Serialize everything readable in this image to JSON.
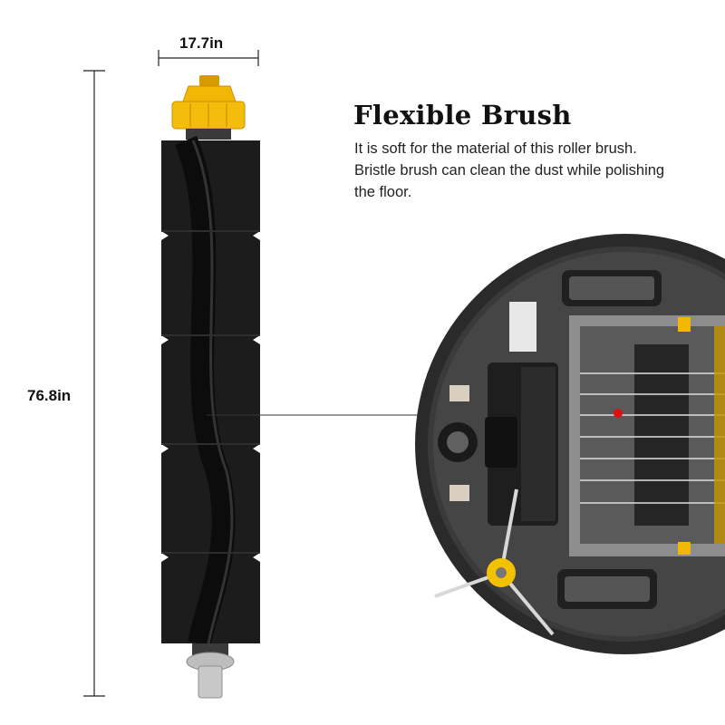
{
  "dimensions": {
    "width_label": "17.7in",
    "height_label": "76.8in"
  },
  "feature": {
    "title": "Flexible Brush",
    "description_lines": [
      "It is soft for the material of this roller brush.",
      "Bristle brush can clean the dust while polishing",
      "the floor."
    ]
  },
  "colors": {
    "brush_body": "#1c1c1c",
    "end_cap": "#f2b705",
    "robot_body": "#2a2a2a",
    "accent_dot": "#e01010"
  }
}
